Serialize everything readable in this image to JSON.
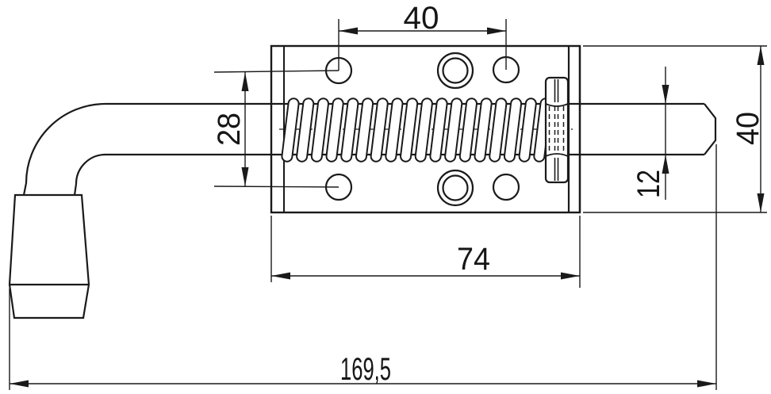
{
  "drawing": {
    "kind": "technical-drawing",
    "subject": "spring-loaded latch bolt, top view",
    "colors": {
      "line": "#1a1a1a",
      "background": "#ffffff"
    },
    "dims": {
      "hole_pitch_horizontal": "40",
      "hole_pitch_vertical": "28",
      "plate_length": "74",
      "overall_length": "169,5",
      "plate_height": "40",
      "pin_diameter": "12"
    }
  }
}
